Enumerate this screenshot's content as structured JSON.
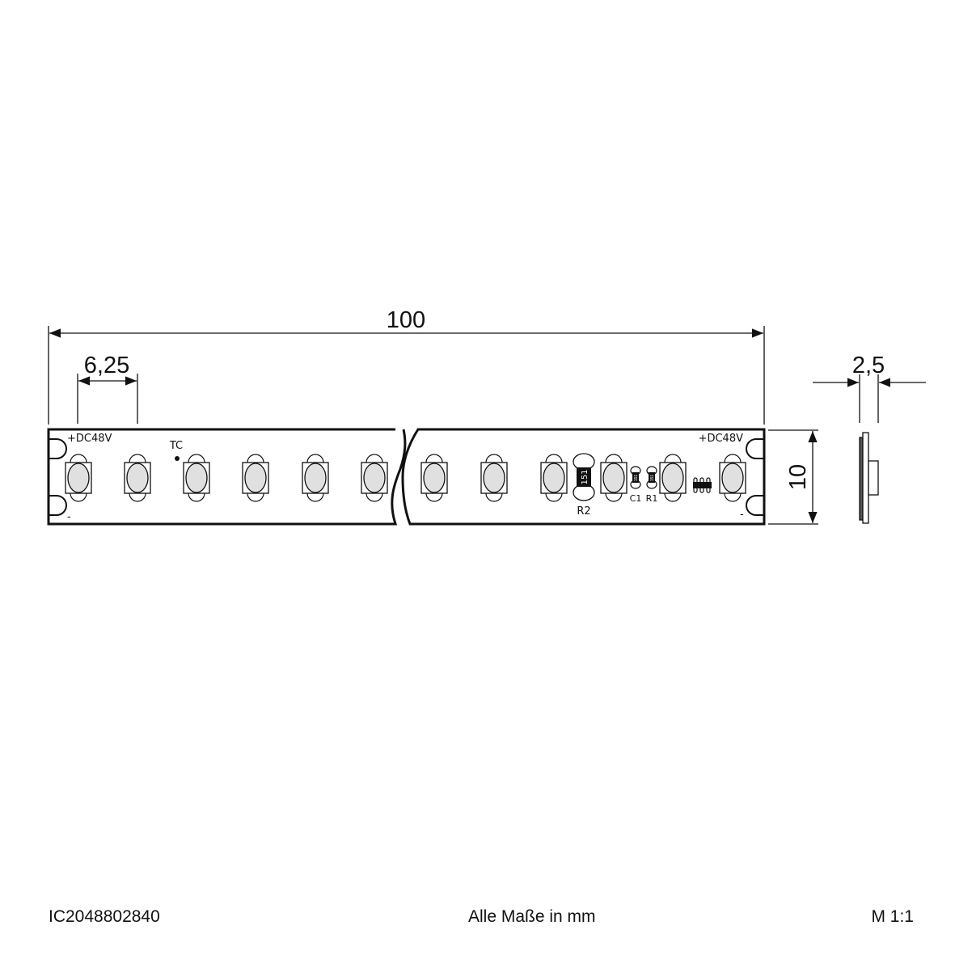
{
  "dimensions": {
    "length": "100",
    "pitch": "6,25",
    "thickness": "2,5",
    "width": "10"
  },
  "strip_labels": {
    "positive_left": "+DC48V",
    "negative_left": "-",
    "positive_right": "+DC48V",
    "negative_right": "-",
    "tc": "TC",
    "r2": "R2",
    "c1": "C1",
    "r1": "R1",
    "r2_code": "151",
    "c1_code": "151",
    "r1_code": "151"
  },
  "colors": {
    "line": "#111111",
    "led_fill": "#e0e0e0"
  },
  "footer": {
    "article_number": "IC2048802840",
    "units_note": "Alle Maße in mm",
    "scale": "M 1:1"
  }
}
